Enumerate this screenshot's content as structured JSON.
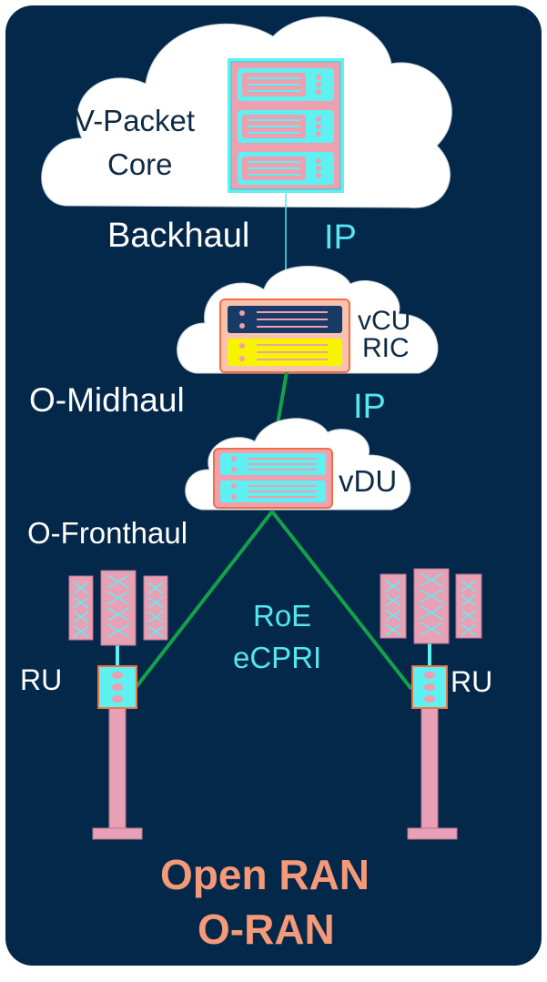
{
  "diagram": {
    "core": {
      "line1": "V-Packet",
      "line2": "Core"
    },
    "backhaul_label": "Backhaul",
    "backhaul_protocol": "IP",
    "cu": {
      "line1": "vCU",
      "line2": "RIC"
    },
    "midhaul_label": "O-Midhaul",
    "midhaul_protocol": "IP",
    "du_label": "vDU",
    "fronthaul_label": "O-Fronthaul",
    "fronthaul_protocol": {
      "line1": "RoE",
      "line2": "eCPRI"
    },
    "ru_left": "RU",
    "ru_right": "RU",
    "title": {
      "line1": "Open RAN",
      "line2": "O-RAN"
    }
  },
  "colors": {
    "background": "#04284a",
    "cloud": "#ffffff",
    "server_fill": "#eca0b0",
    "server_accent": "#5ff0f2",
    "link_green": "#13a24a",
    "link_cyan": "#55e6ef",
    "title": "#f59a78",
    "tower": "#e8a0b4",
    "cu_border": "#f07040",
    "cu_yellow": "#f8f400",
    "cu_navy": "#173b66"
  },
  "icons": [
    "cloud-icon",
    "server-icon",
    "cell-tower-icon"
  ]
}
